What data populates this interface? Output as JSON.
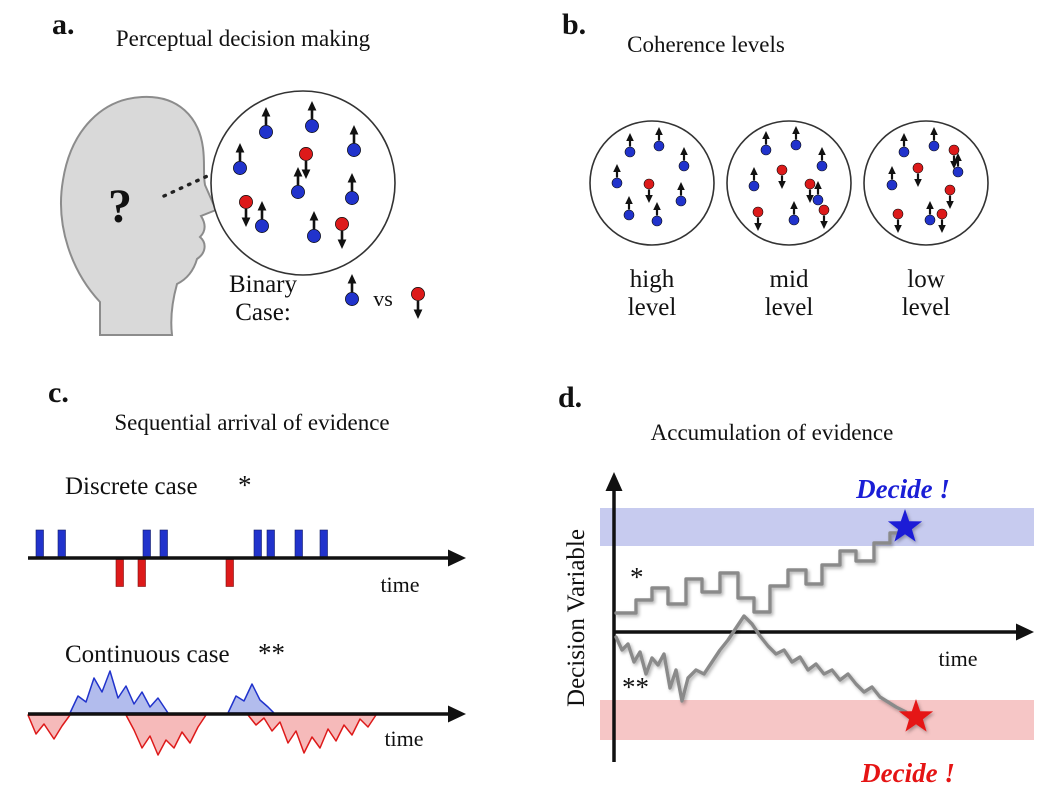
{
  "figure": {
    "panel_a": {
      "label": "a.",
      "title": "Perceptual decision making",
      "question_mark": "?",
      "binary_line1": "Binary",
      "binary_line2": "Case:",
      "vs_label": "vs"
    },
    "panel_b": {
      "label": "b.",
      "title": "Coherence levels",
      "levels": [
        {
          "top": "high",
          "bottom": "level"
        },
        {
          "top": "mid",
          "bottom": "level"
        },
        {
          "top": "low",
          "bottom": "level"
        }
      ]
    },
    "panel_c": {
      "label": "c.",
      "title": "Sequential arrival of evidence",
      "discrete_label": "Discrete case",
      "discrete_marker": "*",
      "discrete_time_label": "time",
      "continuous_label": "Continuous case",
      "continuous_marker": "**",
      "continuous_time_label": "time"
    },
    "panel_d": {
      "label": "d.",
      "title": "Accumulation of evidence",
      "y_axis_label": "Decision Variable",
      "time_label": "time",
      "upper_trace_marker": "*",
      "lower_trace_marker": "**",
      "upper_decide_label": "Decide !",
      "lower_decide_label": "Decide !"
    },
    "colors": {
      "dot_blue": "#2133cc",
      "dot_red": "#dd1a1a",
      "upper_band": "#c7cbef",
      "lower_band": "#f6c6c6",
      "decide_blue": "#1a1ed6",
      "decide_red": "#e51414",
      "trace_gray": "#8a8a8a",
      "head_gray": "#d9d9d9",
      "wave_blue_fill": "#9fabe8",
      "wave_red_fill": "#f4a9a9"
    }
  }
}
